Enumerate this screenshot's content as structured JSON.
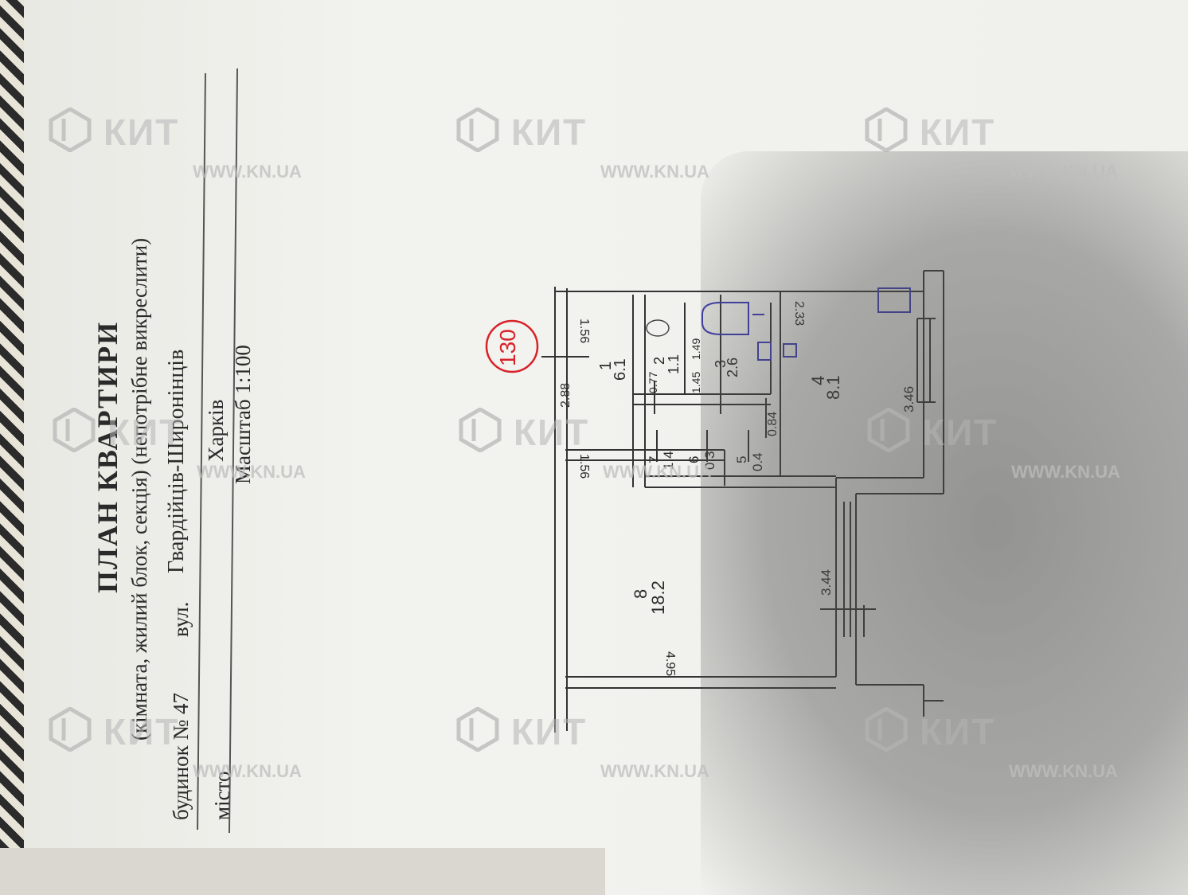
{
  "document": {
    "title": "ПЛАН КВАРТИРИ",
    "subtitle": "(кімната, жилий блок, секція) (непотрібне викреслити)",
    "house_label": "будинок № 47",
    "street_label": "вул.",
    "street_value": "Гвардійців-Широнінців",
    "city_label": "місто",
    "city_value": "Харків",
    "scale": "Масштаб 1:100"
  },
  "plan": {
    "apartment_number": "130",
    "rooms": [
      {
        "num": "1",
        "area": "6.1"
      },
      {
        "num": "2",
        "area": "1.1"
      },
      {
        "num": "3",
        "area": "2.6"
      },
      {
        "num": "4",
        "area": "8.1"
      },
      {
        "num": "5",
        "area": "0.4"
      },
      {
        "num": "6",
        "area": "0.3"
      },
      {
        "num": "7",
        "area": "1.4"
      },
      {
        "num": "8",
        "area": "18.2"
      }
    ],
    "dimensions": [
      "1.56",
      "2.88",
      "1.56",
      "4.95",
      "3.44",
      "3.46",
      "2.33",
      "0.84",
      "1.49",
      "0.77",
      "1.45"
    ]
  },
  "watermark": {
    "brand": "КИТ",
    "url": "WWW.KN.UA"
  },
  "colors": {
    "stamp": "#d8222a",
    "fixtures": "#3a3ab5"
  }
}
